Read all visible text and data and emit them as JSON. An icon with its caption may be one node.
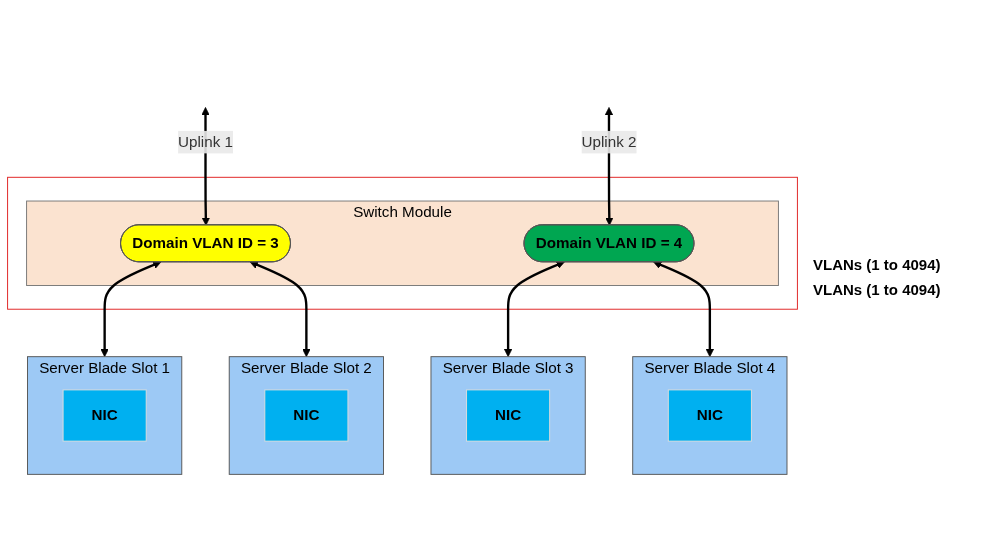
{
  "diagram": {
    "nodes": [
      {
        "text": [],
        "shape": "box"
      },
      {
        "text": [
          "Switch Module"
        ],
        "in": 0
      },
      {
        "text": [
          "Domain VLAN ID = 3"
        ],
        "in": 1
      },
      {
        "text": [
          "Domain VLAN ID = 4"
        ],
        "in": 1
      },
      {
        "text": [
          "Server Blade Slot 1"
        ]
      },
      {
        "text": [
          "NIC"
        ],
        "in": 4
      },
      {
        "text": [
          "Server Blade Slot 2"
        ]
      },
      {
        "text": [
          "NIC"
        ],
        "in": 6
      },
      {
        "text": [
          "Server Blade Slot 3"
        ]
      },
      {
        "text": [
          "NIC"
        ],
        "in": 8
      },
      {
        "text": [
          "Server Blade Slot 4"
        ]
      },
      {
        "text": [
          "NIC"
        ],
        "in": 10
      }
    ],
    "edges": [
      {
        "from": null,
        "to": 2,
        "arrow": "both",
        "label": "Uplink 1"
      },
      {
        "from": null,
        "to": 3,
        "arrow": "both",
        "label": "Uplink 2"
      },
      {
        "from": 2,
        "to": 4,
        "arrow": "both"
      },
      {
        "from": 2,
        "to": 6,
        "arrow": "both"
      },
      {
        "from": 3,
        "to": 8,
        "arrow": "both"
      },
      {
        "from": 3,
        "to": 10,
        "arrow": "both"
      }
    ],
    "labels": [
      "VLANs (1 to 4094)",
      "VLANs (1 to 4094)"
    ]
  }
}
